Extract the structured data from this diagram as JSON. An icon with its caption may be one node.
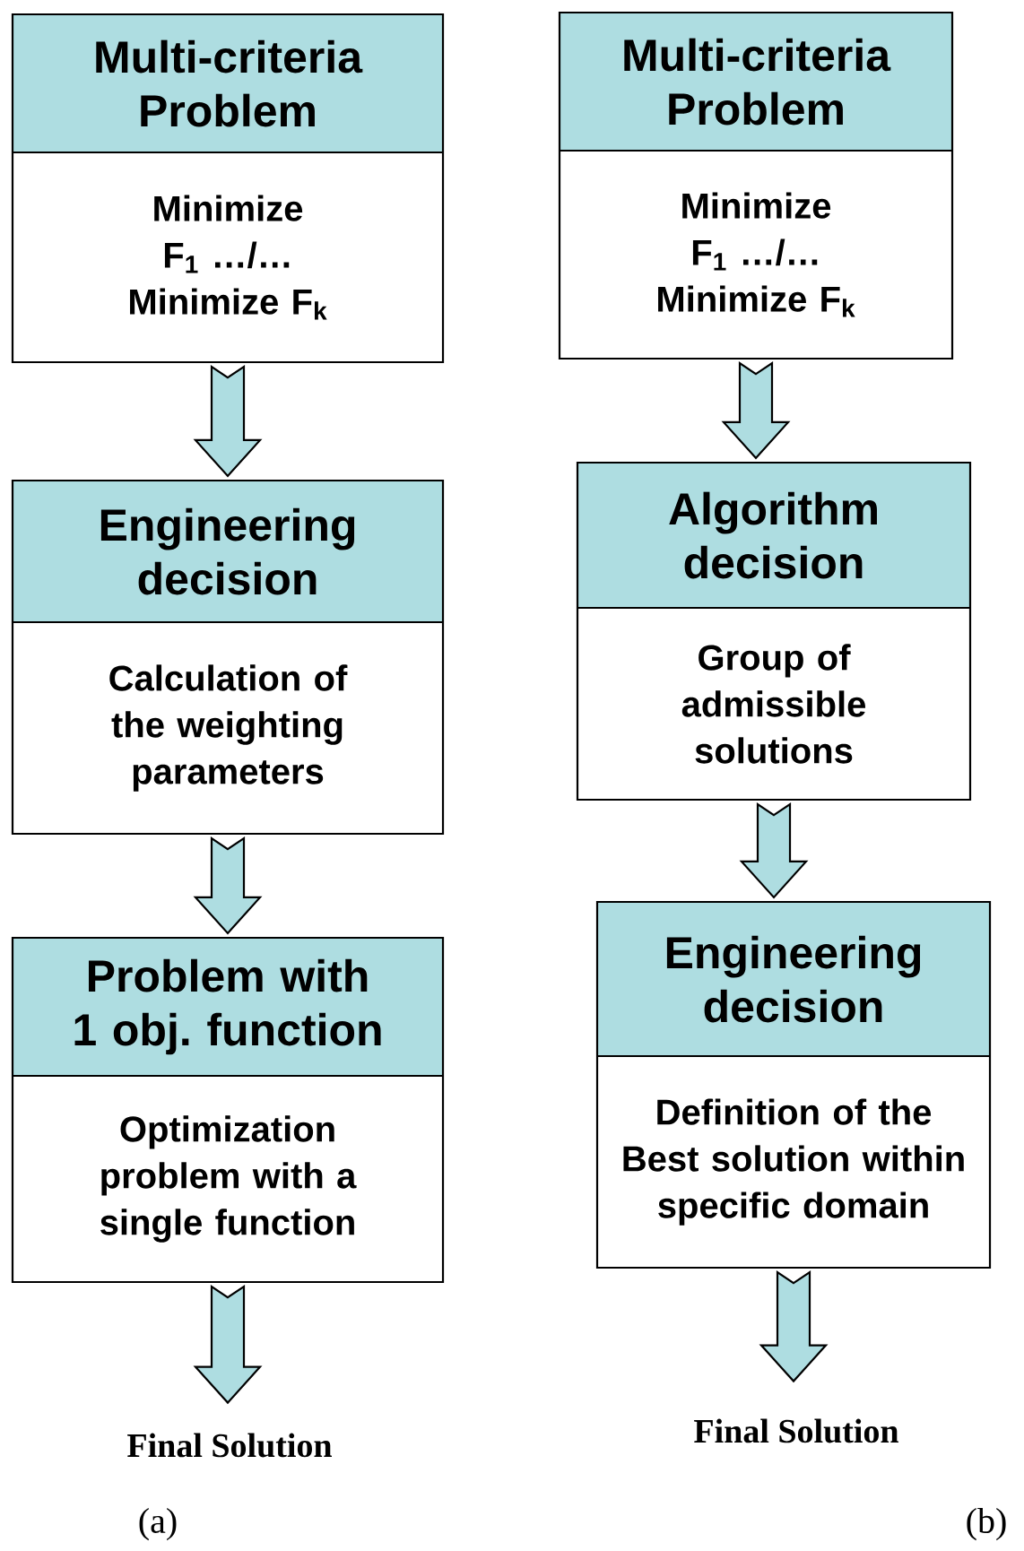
{
  "diagram": {
    "nodes": [
      {
        "text": [
          "Multi-criteria Problem",
          "Minimize F$_{1}$ …/… Minimize F$_{k}$"
        ]
      },
      {
        "text": [
          "Engineering decision",
          "Calculation of the weighting parameters"
        ]
      },
      {
        "text": [
          "Problem with 1 obj. function",
          "Optimization problem with a single function"
        ]
      },
      {
        "text": [
          "Final Solution"
        ]
      },
      {
        "text": [
          "Multi-criteria Problem",
          "Minimize F$_{1}$ …/… Minimize F$_{k}$"
        ]
      },
      {
        "text": [
          "Algorithm decision",
          "Group of admissible solutions"
        ]
      },
      {
        "text": [
          "Engineering decision",
          "Definition of the Best solution within specific domain"
        ]
      },
      {
        "text": [
          "Final Solution"
        ]
      }
    ],
    "edges": [
      {
        "from": 0,
        "to": 1,
        "arrow": "to"
      },
      {
        "from": 1,
        "to": 2,
        "arrow": "to"
      },
      {
        "from": 2,
        "to": 3,
        "arrow": "to"
      },
      {
        "from": 4,
        "to": 5,
        "arrow": "to"
      },
      {
        "from": 5,
        "to": 6,
        "arrow": "to"
      },
      {
        "from": 6,
        "to": 7,
        "arrow": "to"
      }
    ],
    "labels": [
      "(a)",
      "(b)"
    ]
  }
}
